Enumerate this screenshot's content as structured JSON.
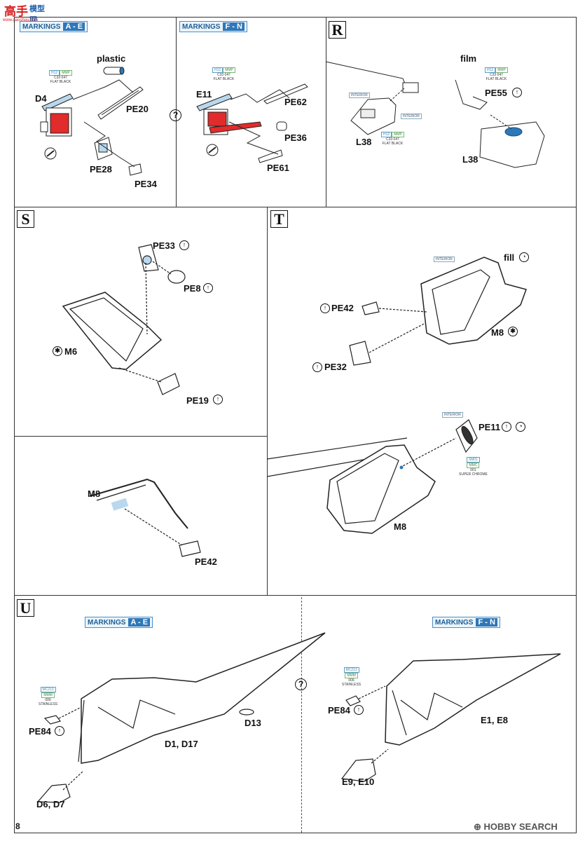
{
  "header": {
    "logo_text": "高手",
    "logo_sub": "模型网",
    "logo_url": "www.gaoshou.com"
  },
  "markings": {
    "ae_prefix": "MARKINGS",
    "ae_range": "A - E",
    "fn_prefix": "MARKINGS",
    "fn_range": "F - N"
  },
  "steps": {
    "r": "R",
    "s": "S",
    "t": "T",
    "u": "U"
  },
  "paints": {
    "h12": "H12",
    "c33": "C33",
    "mmp": "MMP",
    "mmp047": "047",
    "flat_black": "FLAT BLACK",
    "interior": "INTERIOR",
    "sm01": "SM01",
    "mmc": "MMC",
    "mmc001": "001",
    "super_chrome": "SUPER CHROME",
    "mc213": "MC213",
    "mmm": "MMM",
    "mmm006": "006",
    "stainless": "STAINLESS"
  },
  "parts": {
    "plastic": "plastic",
    "d4": "D4",
    "pe20": "PE20",
    "pe28": "PE28",
    "pe34": "PE34",
    "e11": "E11",
    "pe62": "PE62",
    "pe36": "PE36",
    "pe61": "PE61",
    "film": "film",
    "pe55": "PE55",
    "l38a": "L38",
    "l38b": "L38",
    "pe33": "PE33",
    "pe8": "PE8",
    "m6": "M6",
    "pe19": "PE19",
    "m8a": "M8",
    "pe42a": "PE42",
    "fill": "fill",
    "pe42b": "PE42",
    "m8b": "M8",
    "pe32": "PE32",
    "pe11": "PE11",
    "m8c": "M8",
    "pe84a": "PE84",
    "d13": "D13",
    "d1d17": "D1, D17",
    "d6d7": "D6, D7",
    "pe84b": "PE84",
    "e1e8": "E1, E8",
    "e9e10": "E9, E10"
  },
  "symbols": {
    "bend": "↑",
    "remove": "✱",
    "fill": "◔",
    "question": "?"
  },
  "footer": {
    "page_number": "8",
    "watermark_brand": "HOBBY SEARCH",
    "watermark_prefix": "⊕"
  }
}
